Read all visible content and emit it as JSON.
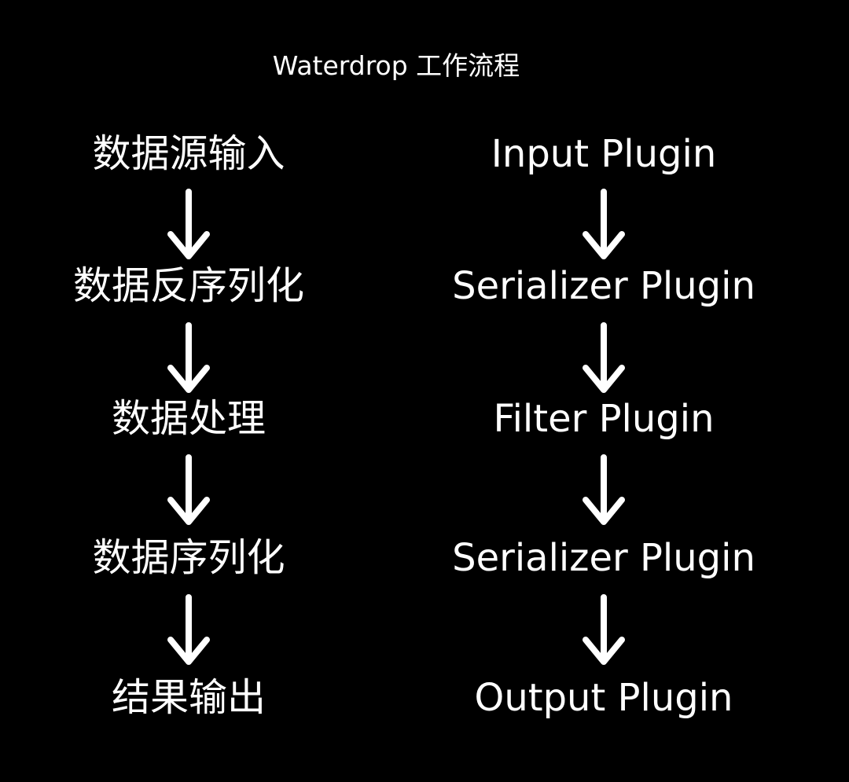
{
  "title": "Waterdrop 工作流程",
  "colors": {
    "background": "#000000",
    "foreground": "#ffffff"
  },
  "left_steps": [
    "数据源输入",
    "数据反序列化",
    "数据处理",
    "数据序列化",
    "结果输出"
  ],
  "right_steps": [
    "Input Plugin",
    "Serializer Plugin",
    "Filter Plugin",
    "Serializer Plugin",
    "Output Plugin"
  ],
  "arrow_icon": "down-arrow-icon"
}
